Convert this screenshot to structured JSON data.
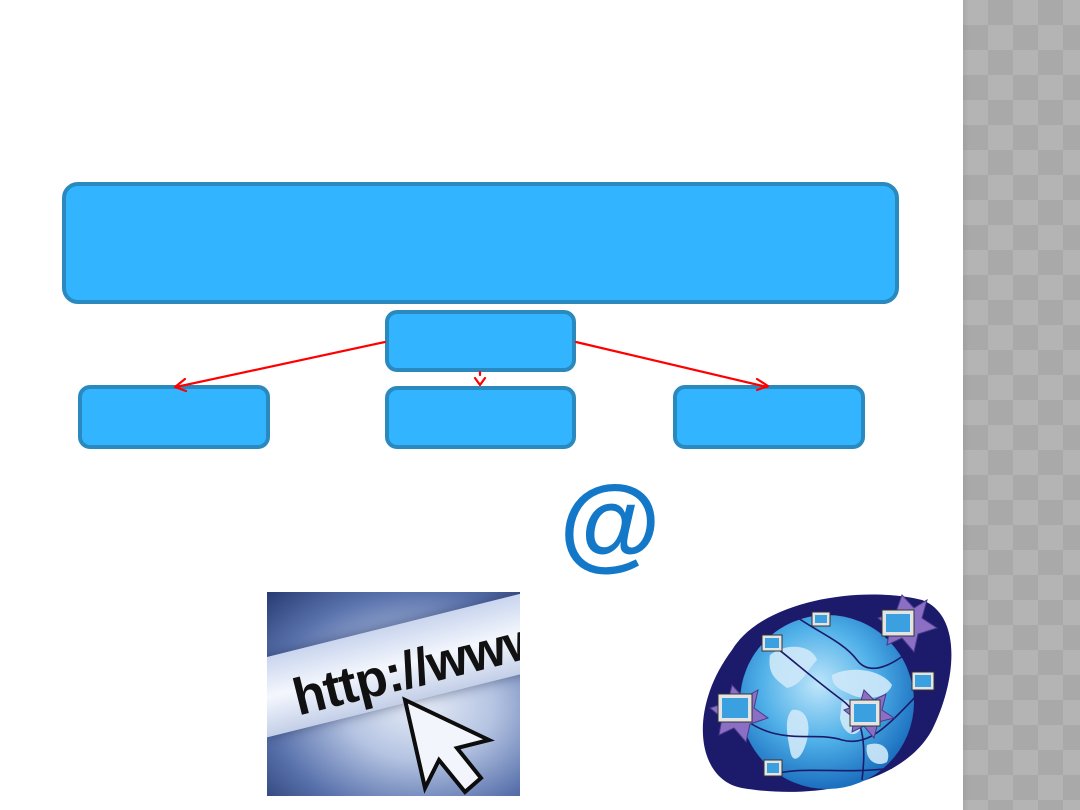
{
  "slide": {
    "title": "",
    "background": "#ffffff"
  },
  "diagram": {
    "top_box": {
      "label": ""
    },
    "middle_box": {
      "label": ""
    },
    "bottom_boxes": [
      {
        "label": ""
      },
      {
        "label": ""
      },
      {
        "label": ""
      }
    ],
    "colors": {
      "box_fill": "#33b4ff",
      "box_border": "#2a8abf",
      "arrow": "#ff0000"
    }
  },
  "images": {
    "at_symbol": {
      "icon": "at-sign-icon",
      "text": "@",
      "color": "#1478c8"
    },
    "http_image": {
      "icon": "browser-url-bar-image",
      "text": "http://www"
    },
    "globe_image": {
      "icon": "globe-network-image"
    }
  },
  "side_strip": {
    "pattern": "diamond-gray",
    "color": "#b4b4b4"
  }
}
